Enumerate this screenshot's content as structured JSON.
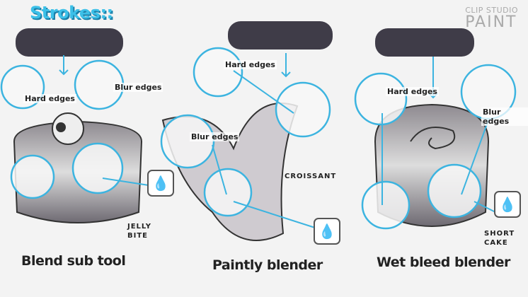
{
  "title": "Strokes::",
  "logo": {
    "line1": "CLIP STUDIO",
    "line2": "PAINT"
  },
  "labels": {
    "hard_edges": "Hard edges",
    "blur_edges": "Blur edges"
  },
  "panels": [
    {
      "tool_name": "Blend sub tool",
      "subject": [
        "JELLY",
        "BITE"
      ],
      "icon": "drops-icon"
    },
    {
      "tool_name": "Paintly blender",
      "subject": [
        "CROISSANT"
      ],
      "icon": "drops-icon"
    },
    {
      "tool_name": "Wet bleed blender",
      "subject": [
        "SHORT",
        "CAKE"
      ],
      "icon": "drops-icon"
    }
  ],
  "colors": {
    "accent": "#3cb4e0",
    "stroke": "#3f3c48"
  }
}
